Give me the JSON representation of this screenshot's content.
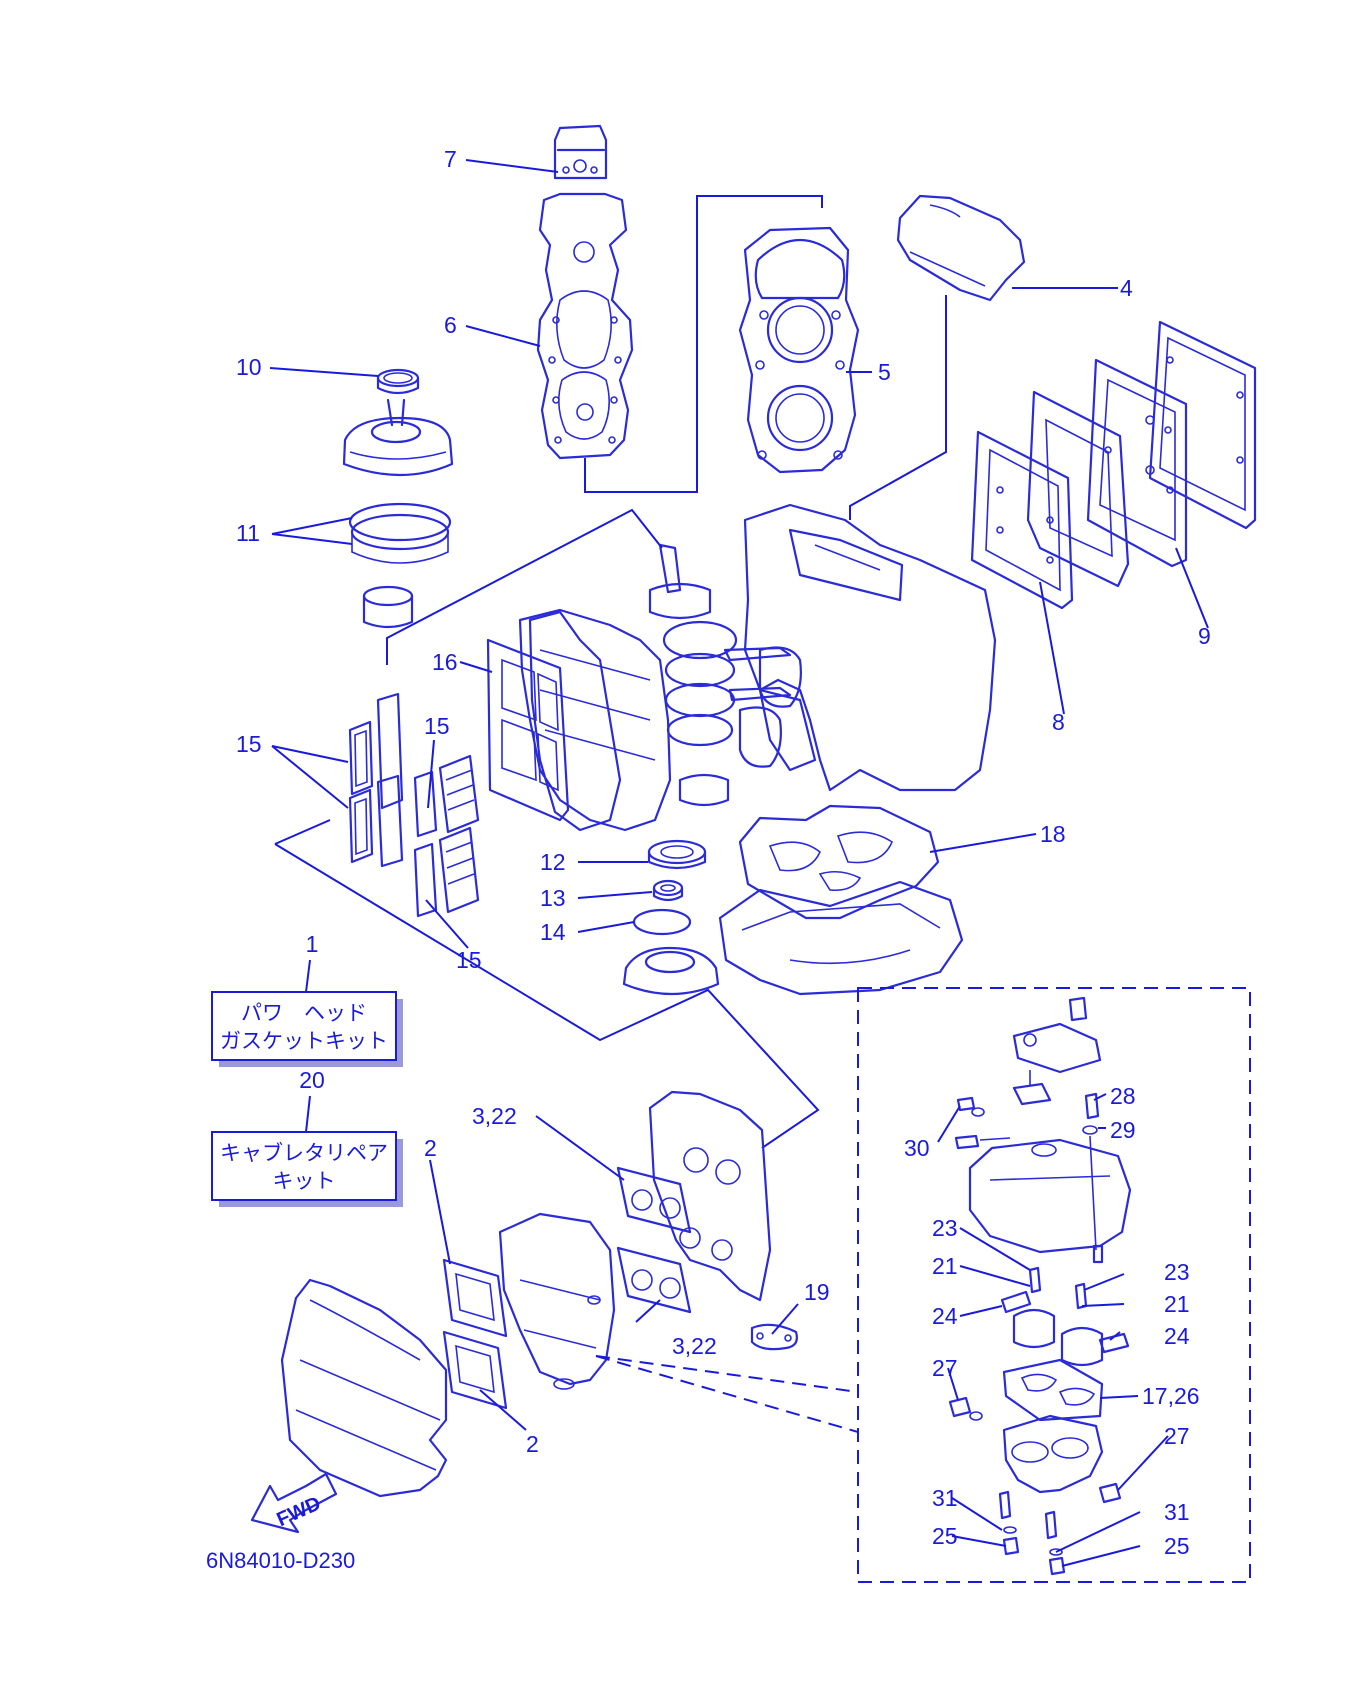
{
  "drawing_code": "6N84010-D230",
  "fwd_label": "FWD",
  "kits": [
    {
      "number": "1",
      "line1": "パワ　ヘッド",
      "line2": "ガスケットキット"
    },
    {
      "number": "20",
      "line1": "キャブレタリペア",
      "line2": "キット"
    }
  ],
  "callouts": {
    "c7": "7",
    "c6": "6",
    "c10": "10",
    "c11": "11",
    "c5": "5",
    "c4": "4",
    "c9": "9",
    "c8": "8",
    "c16": "16",
    "c15a": "15",
    "c15b": "15",
    "c15c": "15",
    "c12": "12",
    "c13": "13",
    "c14": "14",
    "c18": "18",
    "c322a": "3,22",
    "c322b": "3,22",
    "c2a": "2",
    "c2b": "2",
    "c19": "19",
    "c28": "28",
    "c29": "29",
    "c30": "30",
    "c23a": "23",
    "c23b": "23",
    "c21a": "21",
    "c21b": "21",
    "c24a": "24",
    "c24b": "24",
    "c27a": "27",
    "c27b": "27",
    "c1726": "17,26",
    "c31a": "31",
    "c31b": "31",
    "c25a": "25",
    "c25b": "25"
  },
  "colors": {
    "ink": "#1a1adc",
    "line": "#2b2bd8"
  }
}
